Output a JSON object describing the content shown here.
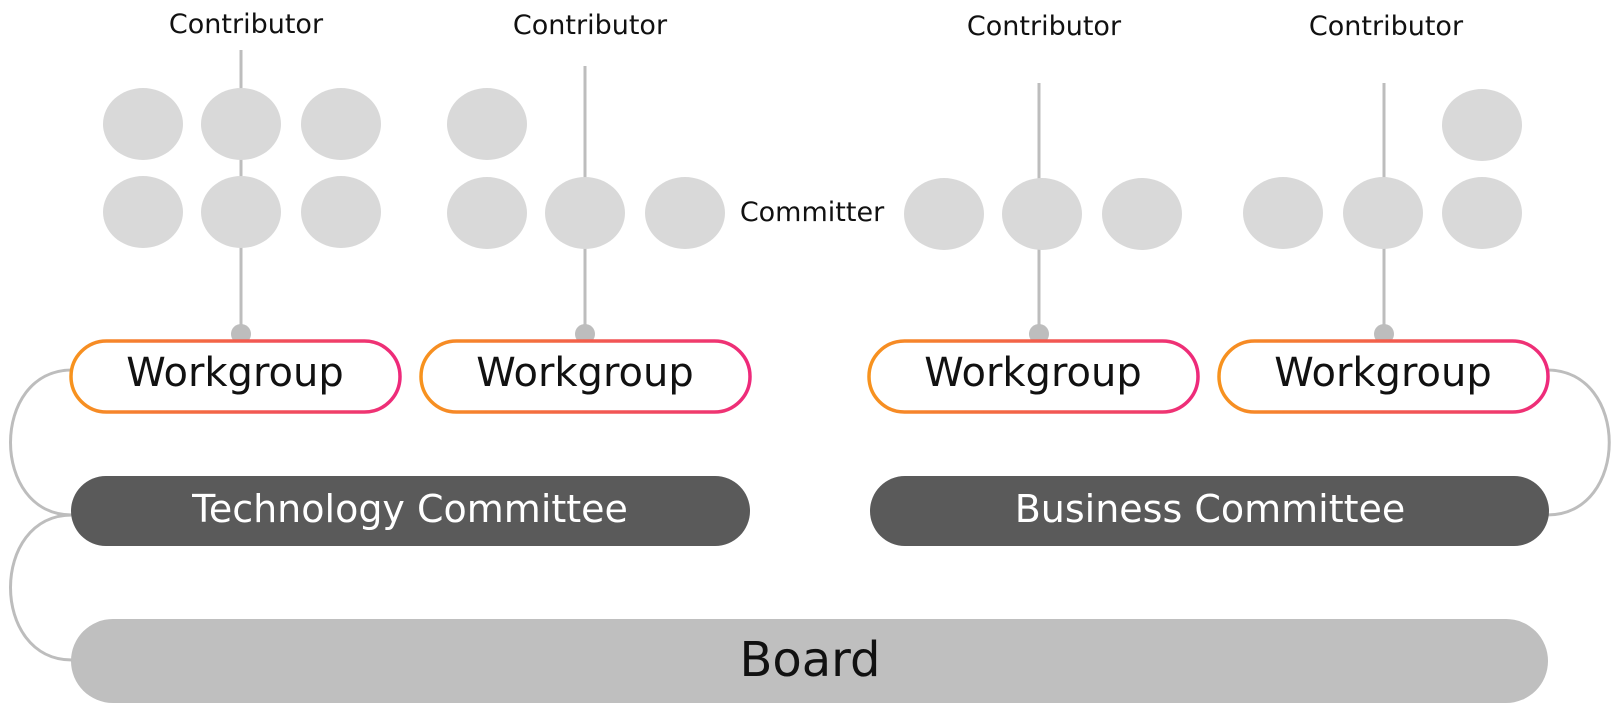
{
  "colors": {
    "member_circle": "#d9d9d9",
    "connector": "#bdbdbd",
    "workgroup_border_start": "#f7931e",
    "workgroup_border_end": "#ee2a7b",
    "committee_fill": "#5a5a5a",
    "board_fill": "#bfbfbf"
  },
  "labels": {
    "contributor": "Contributor",
    "committer": "Committer"
  },
  "workgroups": [
    {
      "label": "Workgroup"
    },
    {
      "label": "Workgroup"
    },
    {
      "label": "Workgroup"
    },
    {
      "label": "Workgroup"
    }
  ],
  "committees": {
    "technology": "Technology Committee",
    "business": "Business Committee"
  },
  "board": {
    "label": "Board"
  }
}
